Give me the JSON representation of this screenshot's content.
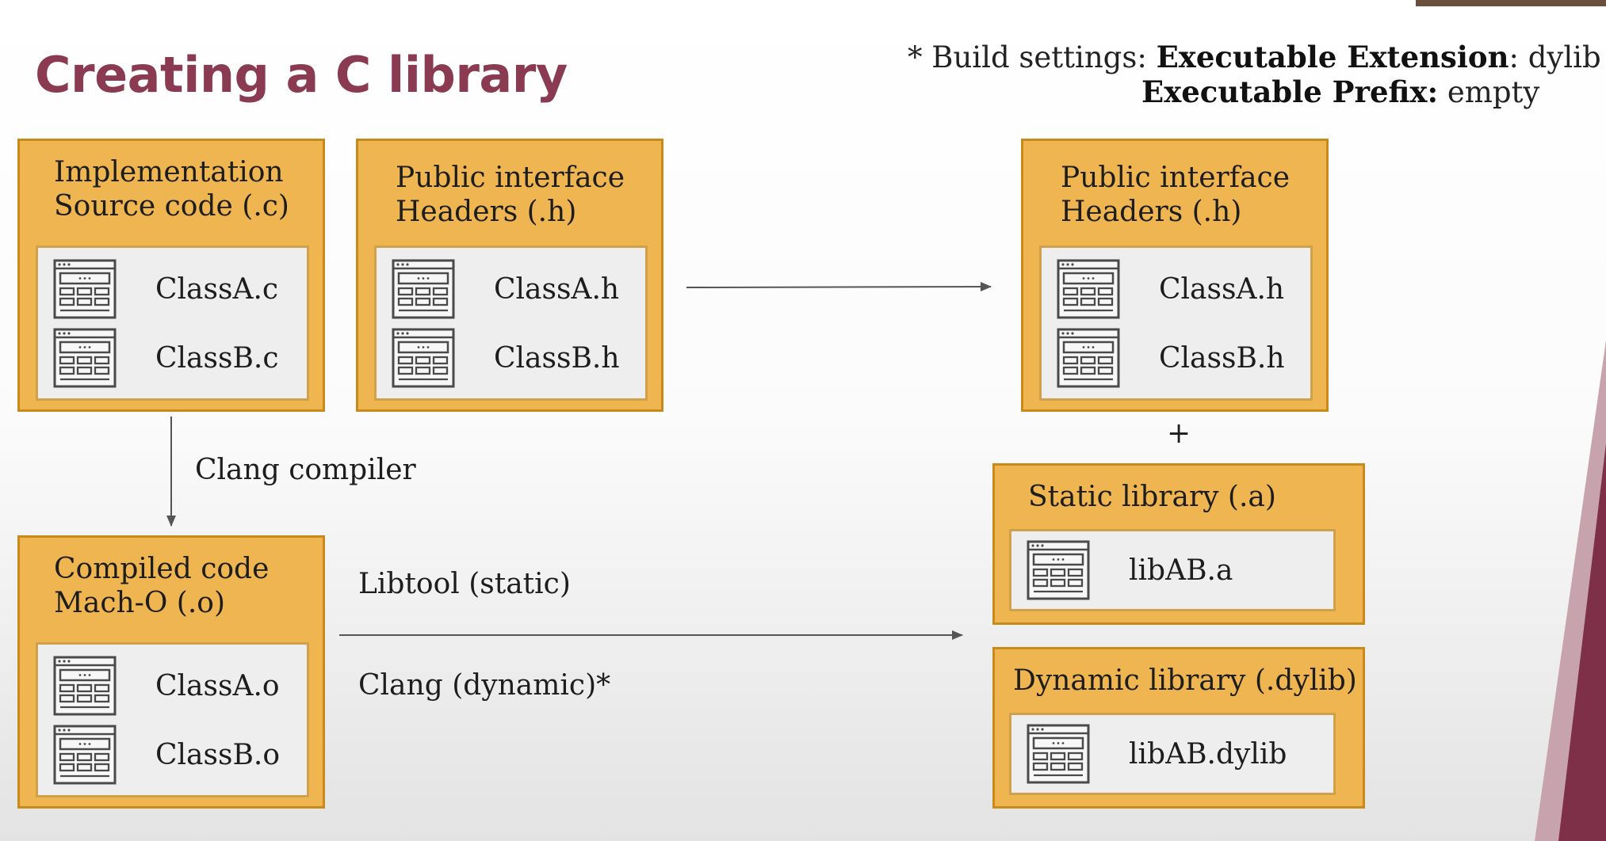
{
  "slide": {
    "title": "Creating a C library",
    "note": {
      "prefix": "* Build settings: ",
      "ext_label": "Executable Extension",
      "ext_value": ": dylib",
      "prefix_label": "Executable Prefix:",
      "prefix_value": " empty"
    }
  },
  "boxes": {
    "source": {
      "title_line1": "Implementation",
      "title_line2": "Source code (.c)",
      "files": [
        "ClassA.c",
        "ClassB.c"
      ]
    },
    "headers_in": {
      "title_line1": "Public interface",
      "title_line2": "Headers (.h)",
      "files": [
        "ClassA.h",
        "ClassB.h"
      ]
    },
    "headers_out": {
      "title_line1": "Public interface",
      "title_line2": "Headers (.h)",
      "files": [
        "ClassA.h",
        "ClassB.h"
      ]
    },
    "compiled": {
      "title_line1": "Compiled code",
      "title_line2": "Mach-O (.o)",
      "files": [
        "ClassA.o",
        "ClassB.o"
      ]
    },
    "static_lib": {
      "title": "Static library (.a)",
      "file": "libAB.a"
    },
    "dynamic_lib": {
      "title": "Dynamic library (.dylib)",
      "file": "libAB.dylib"
    }
  },
  "labels": {
    "clang_compiler": "Clang compiler",
    "libtool": "Libtool (static)",
    "clang_dynamic": "Clang (dynamic)*",
    "plus": "+"
  },
  "colors": {
    "title": "#8a3b52",
    "box_fill": "#efb550",
    "box_border": "#c98a1c",
    "inner_fill": "#eeeeee",
    "arrow": "#555555",
    "accent_stripe": "#7d3048"
  },
  "icons": {
    "file": "source-file-icon"
  }
}
